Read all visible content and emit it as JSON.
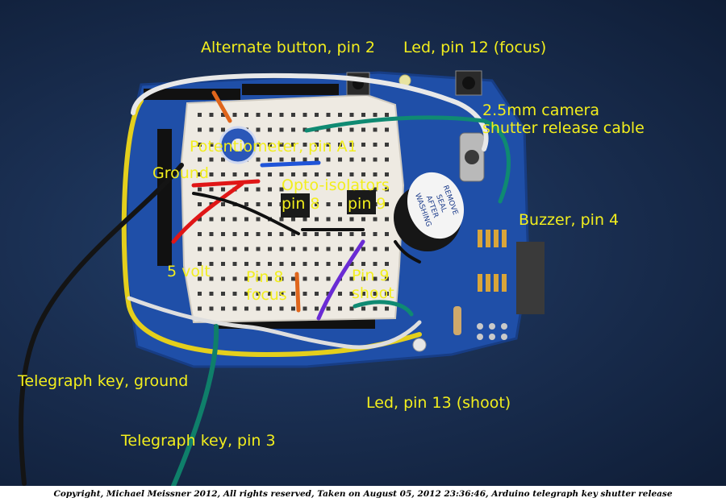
{
  "labels": {
    "alternate_button": "Alternate button, pin 2",
    "led12": "Led, pin 12 (focus)",
    "camera_1": "2.5mm camera",
    "camera_2": "shutter release cable",
    "potentiometer": "Potentiometer, pin A1",
    "ground": "Ground",
    "opto_1": "Opto-isolators",
    "opto_pin8": "pin 8",
    "opto_pin9": "pin 9",
    "buzzer": "Buzzer, pin 4",
    "five_volt": "5 volt",
    "pin8_1": "Pin 8",
    "pin8_2": "focus",
    "pin9_1": "Pin 9",
    "pin9_2": "shoot",
    "telegraph_ground": "Telegraph key, ground",
    "led13": "Led, pin 13 (shoot)",
    "telegraph_pin3": "Telegraph key, pin 3"
  },
  "buzzer_sticker": [
    "REMOVE",
    "SEAL",
    "AFTER",
    "WASHING"
  ],
  "copyright": "Copyright, Michael Meissner 2012, All rights reserved, Taken on August 05, 2012 23:36:46, Arduino telegraph key shutter release",
  "colors": {
    "label": "#f2ee1d",
    "background": "#1a2f52",
    "board": "#1f4fa8",
    "breadboard": "#eeeae2"
  }
}
